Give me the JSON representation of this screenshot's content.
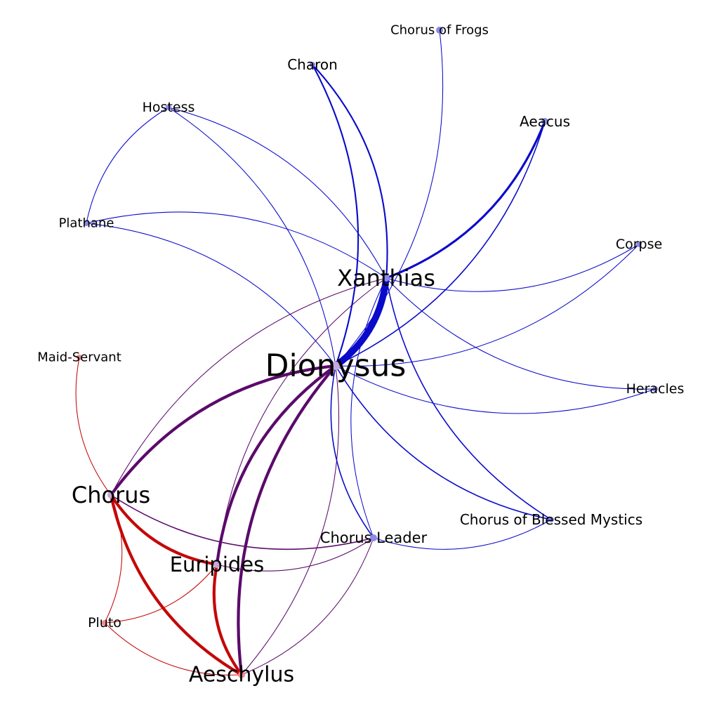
{
  "graph": {
    "colors": {
      "blue": "#0a0acb",
      "purple": "#5b0a6b",
      "red": "#c40808",
      "background": "#ffffff",
      "node_blue": "#8a8ae8",
      "node_red": "#f08a8a",
      "node_purple": "#c7a6d8"
    },
    "nodes": [
      {
        "id": "dionysus",
        "label": "Dionysus",
        "color": "node_purple"
      },
      {
        "id": "xanthias",
        "label": "Xanthias",
        "color": "node_blue"
      },
      {
        "id": "chorus",
        "label": "Chorus",
        "color": "node_purple"
      },
      {
        "id": "euripides",
        "label": "Euripides",
        "color": "node_purple"
      },
      {
        "id": "aeschylus",
        "label": "Aeschylus",
        "color": "node_red"
      },
      {
        "id": "chorus_leader",
        "label": "Chorus Leader",
        "color": "node_blue"
      },
      {
        "id": "pluto",
        "label": "Pluto",
        "color": "node_red"
      },
      {
        "id": "maid_servant",
        "label": "Maid-Servant",
        "color": "node_red"
      },
      {
        "id": "plathane",
        "label": "Plathane",
        "color": "node_blue"
      },
      {
        "id": "hostess",
        "label": "Hostess",
        "color": "node_blue"
      },
      {
        "id": "charon",
        "label": "Charon",
        "color": "node_blue"
      },
      {
        "id": "chorus_of_frogs",
        "label": "Chorus of Frogs",
        "color": "node_blue"
      },
      {
        "id": "aeacus",
        "label": "Aeacus",
        "color": "node_blue"
      },
      {
        "id": "corpse",
        "label": "Corpse",
        "color": "node_blue"
      },
      {
        "id": "heracles",
        "label": "Heracles",
        "color": "node_blue"
      },
      {
        "id": "chorus_of_blessed_mystics",
        "label": "Chorus of Blessed Mystics",
        "color": "node_blue"
      }
    ],
    "edges": [
      {
        "source": "dionysus",
        "target": "xanthias",
        "weight": 9,
        "color": "blue"
      },
      {
        "source": "dionysus",
        "target": "chorus",
        "weight": 4,
        "color": "purple"
      },
      {
        "source": "dionysus",
        "target": "euripides",
        "weight": 4,
        "color": "purple"
      },
      {
        "source": "dionysus",
        "target": "aeschylus",
        "weight": 4,
        "color": "purple"
      },
      {
        "source": "chorus",
        "target": "euripides",
        "weight": 4,
        "color": "red"
      },
      {
        "source": "chorus",
        "target": "aeschylus",
        "weight": 4,
        "color": "red"
      },
      {
        "source": "euripides",
        "target": "aeschylus",
        "weight": 4,
        "color": "red"
      },
      {
        "source": "xanthias",
        "target": "aeacus",
        "weight": 3,
        "color": "blue"
      },
      {
        "source": "xanthias",
        "target": "charon",
        "weight": 2,
        "color": "blue"
      },
      {
        "source": "dionysus",
        "target": "charon",
        "weight": 2,
        "color": "blue"
      },
      {
        "source": "dionysus",
        "target": "aeacus",
        "weight": 1.5,
        "color": "blue"
      },
      {
        "source": "dionysus",
        "target": "chorus_leader",
        "weight": 1.5,
        "color": "blue"
      },
      {
        "source": "dionysus",
        "target": "chorus_of_blessed_mystics",
        "weight": 1.5,
        "color": "blue"
      },
      {
        "source": "xanthias",
        "target": "chorus_of_blessed_mystics",
        "weight": 1.5,
        "color": "blue"
      },
      {
        "source": "chorus",
        "target": "chorus_leader",
        "weight": 1.5,
        "color": "purple"
      },
      {
        "source": "xanthias",
        "target": "chorus_leader",
        "weight": 1,
        "color": "blue"
      },
      {
        "source": "chorus_leader",
        "target": "chorus_of_blessed_mystics",
        "weight": 1,
        "color": "blue"
      },
      {
        "source": "dionysus",
        "target": "chorus_of_frogs",
        "weight": 1,
        "color": "blue"
      },
      {
        "source": "dionysus",
        "target": "corpse",
        "weight": 1,
        "color": "blue"
      },
      {
        "source": "xanthias",
        "target": "corpse",
        "weight": 1,
        "color": "blue"
      },
      {
        "source": "dionysus",
        "target": "heracles",
        "weight": 1,
        "color": "blue"
      },
      {
        "source": "xanthias",
        "target": "heracles",
        "weight": 1,
        "color": "blue"
      },
      {
        "source": "dionysus",
        "target": "hostess",
        "weight": 1,
        "color": "blue"
      },
      {
        "source": "xanthias",
        "target": "hostess",
        "weight": 1,
        "color": "blue"
      },
      {
        "source": "dionysus",
        "target": "plathane",
        "weight": 1,
        "color": "blue"
      },
      {
        "source": "xanthias",
        "target": "plathane",
        "weight": 1,
        "color": "blue"
      },
      {
        "source": "hostess",
        "target": "plathane",
        "weight": 1,
        "color": "blue"
      },
      {
        "source": "xanthias",
        "target": "chorus",
        "weight": 1,
        "color": "purple"
      },
      {
        "source": "euripides",
        "target": "chorus_leader",
        "weight": 1,
        "color": "purple"
      },
      {
        "source": "aeschylus",
        "target": "chorus_leader",
        "weight": 1,
        "color": "purple"
      },
      {
        "source": "xanthias",
        "target": "euripides",
        "weight": 1,
        "color": "purple"
      },
      {
        "source": "maid_servant",
        "target": "chorus",
        "weight": 1,
        "color": "red"
      },
      {
        "source": "pluto",
        "target": "euripides",
        "weight": 1,
        "color": "red"
      },
      {
        "source": "pluto",
        "target": "aeschylus",
        "weight": 1,
        "color": "red"
      },
      {
        "source": "pluto",
        "target": "chorus",
        "weight": 1,
        "color": "red"
      },
      {
        "source": "aeschylus",
        "target": "dionysus",
        "weight": 1,
        "color": "purple"
      }
    ]
  }
}
